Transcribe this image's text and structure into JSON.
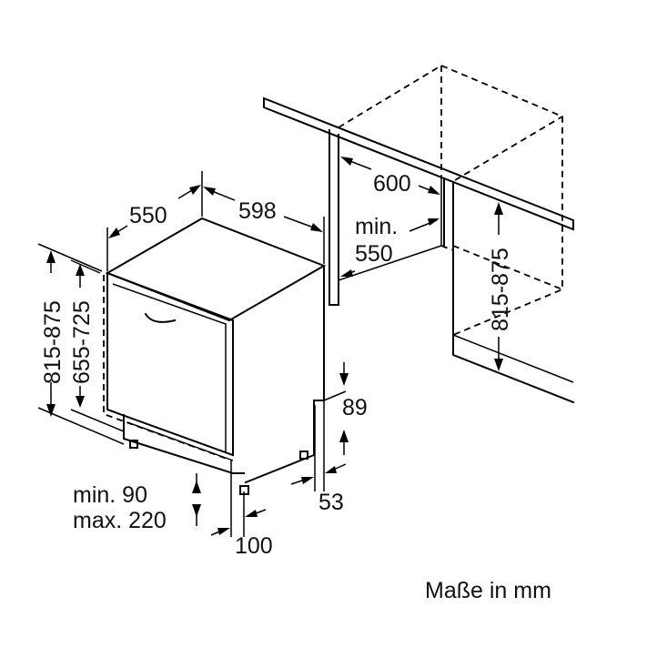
{
  "labels": {
    "depth_550": "550",
    "width_598": "598",
    "height_815_875_left": "815-875",
    "height_655_725": "655-725",
    "niche_600": "600",
    "niche_min": "min.",
    "niche_550": "550",
    "niche_height_815_875": "815-875",
    "plinth_89": "89",
    "plinth_53": "53",
    "plinth_min_90": "min. 90",
    "plinth_max_220": "max. 220",
    "foot_100": "100",
    "units_note": "Maße in mm"
  }
}
